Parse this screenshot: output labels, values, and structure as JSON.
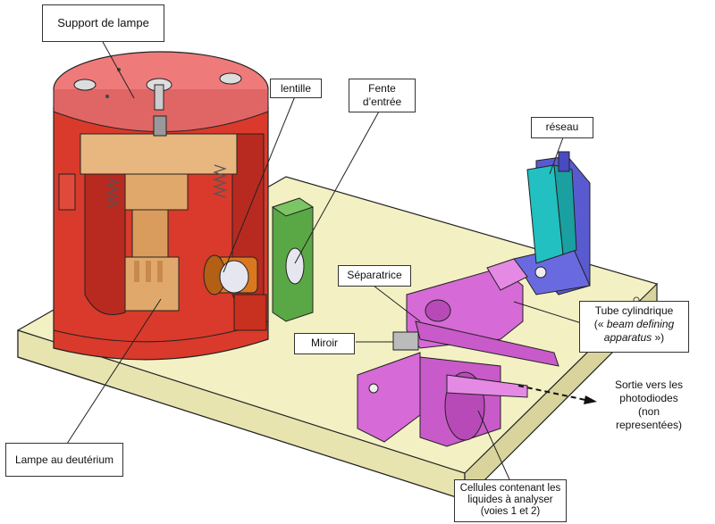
{
  "labels": {
    "support": "Support de lampe",
    "lentille": "lentille",
    "fente_line1": "Fente",
    "fente_line2": "d’entrée",
    "reseau": "réseau",
    "separatrice": "Séparatrice",
    "miroir": "Miroir",
    "tube_line1": "Tube cylindrique",
    "tube_line2_open": "(« ",
    "tube_line2_ital": "beam defining",
    "tube_line3_ital": "apparatus",
    "tube_line3_close": " »)",
    "sortie_line1": "Sortie vers les",
    "sortie_line2": "photodiodes",
    "sortie_line3": "(non",
    "sortie_line4": "representées)",
    "lampe": "Lampe au deutérium",
    "cellules_line1": "Cellules contenant les",
    "cellules_line2": "liquides à analyser",
    "cellules_line3": "(voies 1 et 2)"
  },
  "colors": {
    "base_plate": "#f3f0c4",
    "lamp_housing": "#d93a2b",
    "lamp_top": "#ef7a7a",
    "lamp_internals": "#e8b77f",
    "lens_holder": "#d9781f",
    "slit_holder": "#5aa845",
    "grating_holder": "#5a5ad0",
    "grating": "#22c0c0",
    "optics_block": "#d66ad6",
    "outline": "#222222"
  }
}
